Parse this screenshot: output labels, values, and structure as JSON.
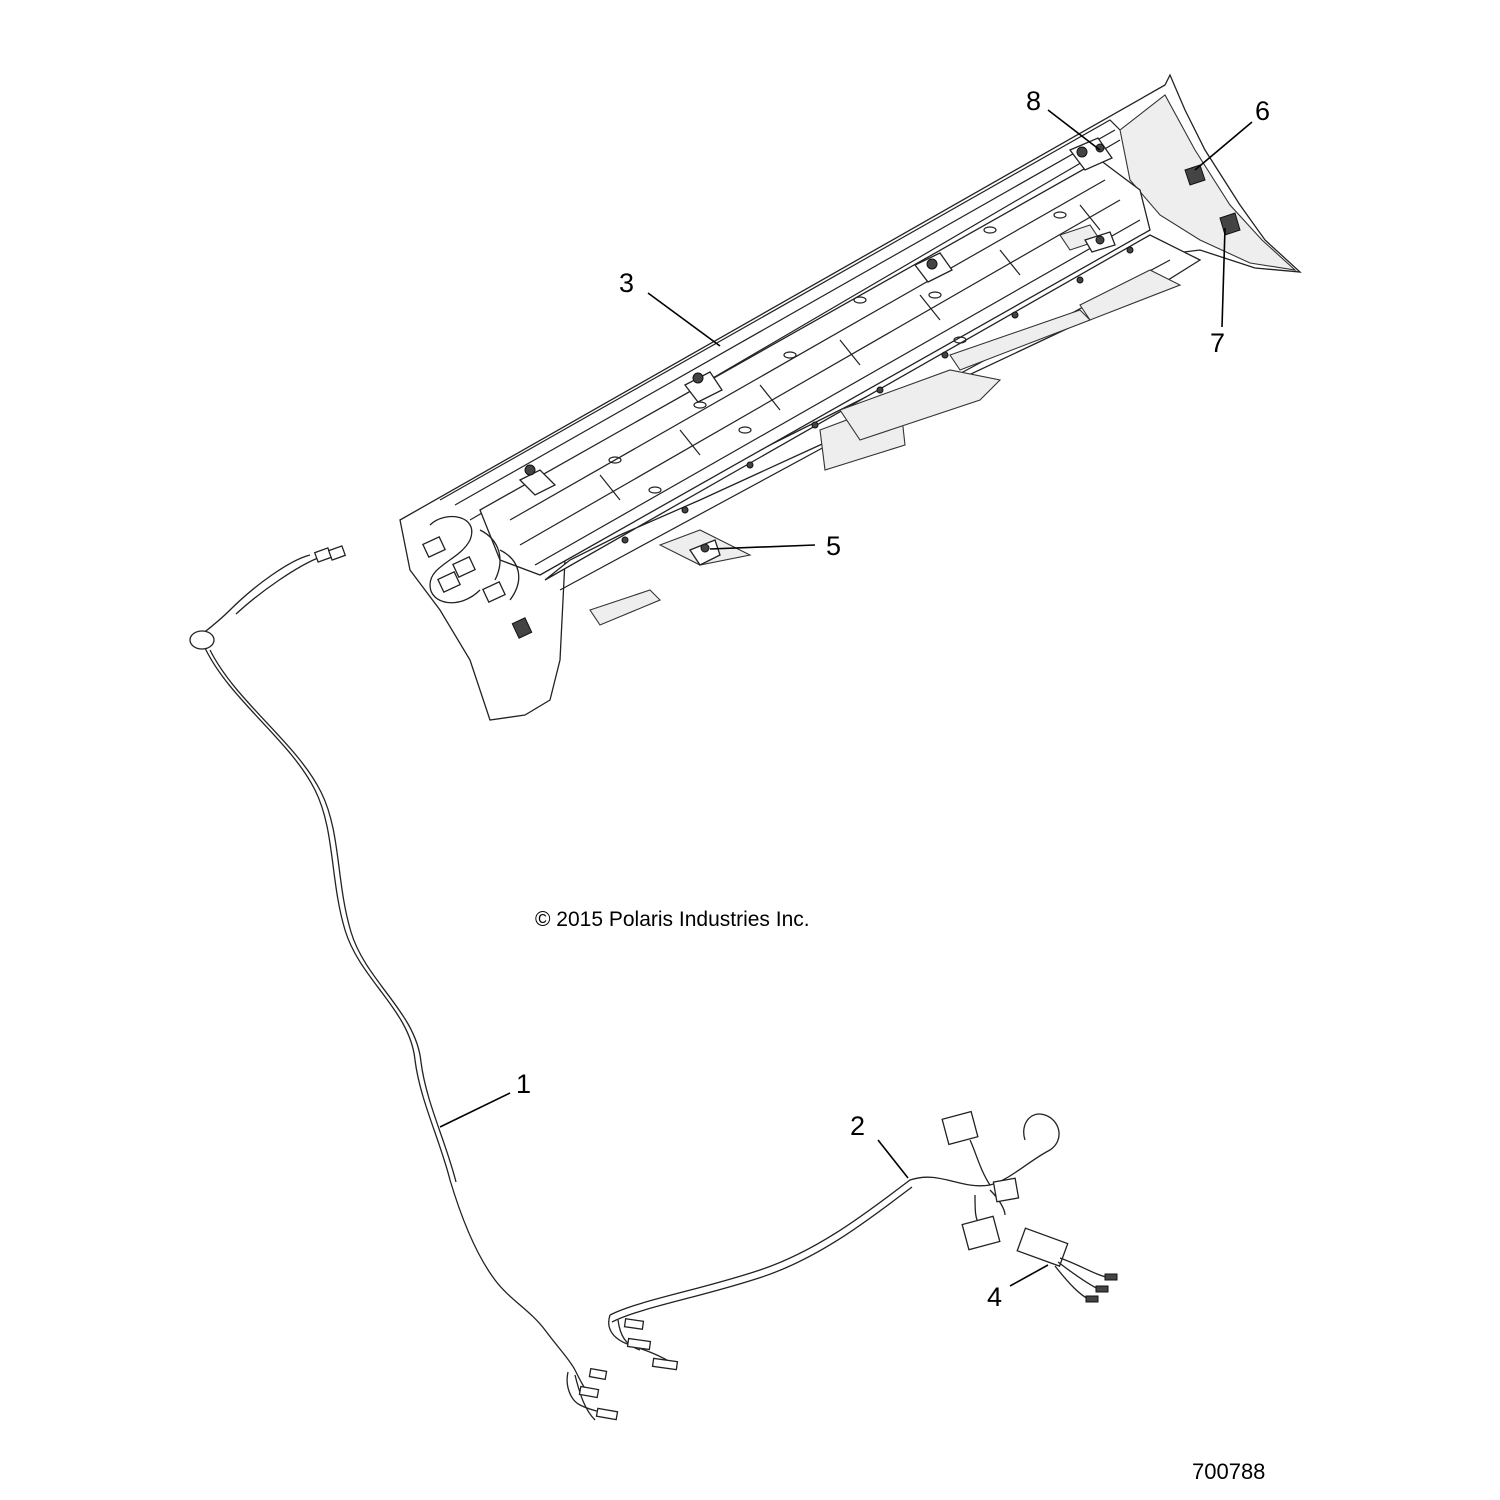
{
  "copyright": "© 2015 Polaris Industries Inc.",
  "document_number": "700788",
  "callouts": [
    {
      "id": "1",
      "label": "1"
    },
    {
      "id": "2",
      "label": "2"
    },
    {
      "id": "3",
      "label": "3"
    },
    {
      "id": "4",
      "label": "4"
    },
    {
      "id": "5",
      "label": "5"
    },
    {
      "id": "6",
      "label": "6"
    },
    {
      "id": "7",
      "label": "7"
    },
    {
      "id": "8",
      "label": "8"
    }
  ]
}
